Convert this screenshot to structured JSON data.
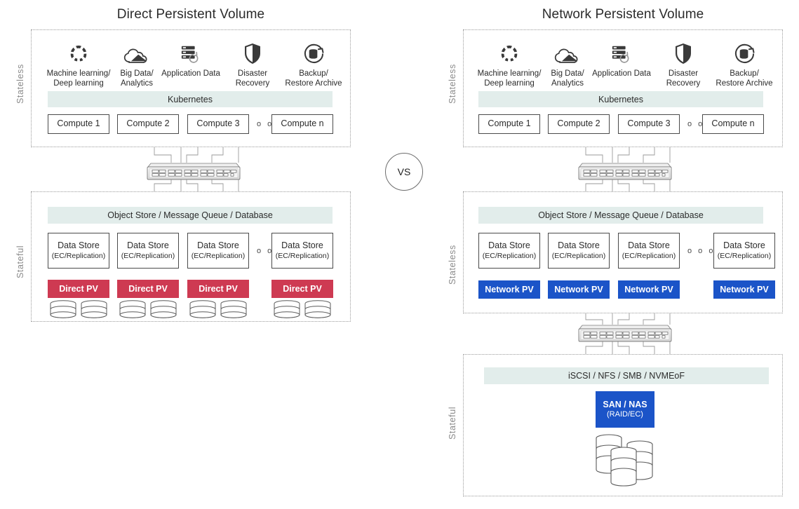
{
  "colors": {
    "direct_pv": "#ce3a52",
    "network_pv": "#1b54c8",
    "band": "#e2edeb",
    "dotted_border": "#9a9a9a",
    "text": "#2b2b2b",
    "axis_label": "#8a8a8a"
  },
  "center": {
    "vs_label": "VS"
  },
  "left_panel": {
    "title": "Direct Persistent Volume",
    "axis_labels": {
      "top": "Stateless",
      "bottom": "Stateful"
    },
    "workloads": [
      {
        "icon": "gear-ring-icon",
        "caption": "Machine learning/\nDeep learning"
      },
      {
        "icon": "cloud-analytics-icon",
        "caption": "Big Data/\nAnalytics"
      },
      {
        "icon": "application-data-icon",
        "caption": "Application Data"
      },
      {
        "icon": "shield-icon",
        "caption": "Disaster\nRecovery"
      },
      {
        "icon": "backup-restore-icon",
        "caption": "Backup/\nRestore Archive"
      }
    ],
    "platform_band": "Kubernetes",
    "compute_nodes": [
      "Compute 1",
      "Compute 2",
      "Compute 3",
      "Compute n"
    ],
    "compute_ellipsis": "o o o",
    "switch_icon": "network-switch-icon",
    "storage_band": "Object Store / Message Queue / Database",
    "data_stores": [
      {
        "title": "Data Store",
        "sub": "(EC/Replication)"
      },
      {
        "title": "Data Store",
        "sub": "(EC/Replication)"
      },
      {
        "title": "Data Store",
        "sub": "(EC/Replication)"
      },
      {
        "title": "Data Store",
        "sub": "(EC/Replication)"
      }
    ],
    "data_store_ellipsis": "o o o",
    "pv_label": "Direct PV",
    "pv_count": 4,
    "disks_per_pv": 2
  },
  "right_panel": {
    "title": "Network Persistent Volume",
    "axis_labels": {
      "top": "Stateless",
      "middle": "Stateless",
      "bottom": "Stateful"
    },
    "workloads": [
      {
        "icon": "gear-ring-icon",
        "caption": "Machine learning/\nDeep learning"
      },
      {
        "icon": "cloud-analytics-icon",
        "caption": "Big Data/\nAnalytics"
      },
      {
        "icon": "application-data-icon",
        "caption": "Application Data"
      },
      {
        "icon": "shield-icon",
        "caption": "Disaster\nRecovery"
      },
      {
        "icon": "backup-restore-icon",
        "caption": "Backup/\nRestore Archive"
      }
    ],
    "platform_band": "Kubernetes",
    "compute_nodes": [
      "Compute 1",
      "Compute 2",
      "Compute 3",
      "Compute n"
    ],
    "compute_ellipsis": "o o o",
    "switch_icon_top": "network-switch-icon",
    "switch_icon_bottom": "network-switch-icon",
    "storage_band": "Object Store / Message Queue / Database",
    "data_stores": [
      {
        "title": "Data Store",
        "sub": "(EC/Replication)"
      },
      {
        "title": "Data Store",
        "sub": "(EC/Replication)"
      },
      {
        "title": "Data Store",
        "sub": "(EC/Replication)"
      },
      {
        "title": "Data Store",
        "sub": "(EC/Replication)"
      }
    ],
    "data_store_ellipsis": "o o o",
    "pv_label": "Network PV",
    "pv_count": 4,
    "protocol_band": "iSCSI / NFS / SMB / NVMEoF",
    "array": {
      "title": "SAN / NAS",
      "sub": "(RAID/EC)"
    },
    "array_disk_stacks": 3
  }
}
